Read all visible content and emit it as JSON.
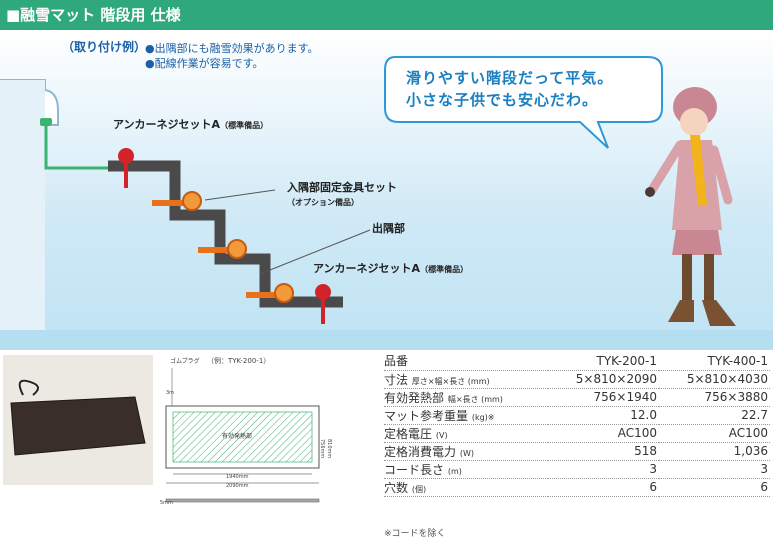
{
  "header": {
    "title": "■融雪マット 階段用 仕様"
  },
  "install": {
    "label": "（取り付け例）",
    "notes": [
      "●出隅部にも融雪効果があります。",
      "●配線作業が容易です。"
    ]
  },
  "bubble": {
    "line1": "滑りやすい階段だって平気。",
    "line2": "小さな子供でも安心だわ。"
  },
  "callouts": {
    "anchor_top": {
      "text": "アンカーネジセットA",
      "note": "（標準備品）"
    },
    "corner_fixture": {
      "text": "入隅部固定金具セット",
      "note": "（オプション備品）"
    },
    "outer_corner": {
      "text": "出隅部"
    },
    "anchor_bottom": {
      "text": "アンカーネジセットA",
      "note": "（標準備品）"
    }
  },
  "drawing": {
    "plug_label": "ゴムプラグ",
    "example": "（例：TYK-200-1）",
    "heat_area": "有効発熱部",
    "dim_1940": "1940mm",
    "dim_2090": "2090mm",
    "dim_756": "756mm",
    "dim_810": "810mm",
    "dim_3m": "3m",
    "dim_5mm": "5mm"
  },
  "spec": {
    "header": {
      "label": "品番",
      "col1": "TYK-200-1",
      "col2": "TYK-400-1"
    },
    "rows": [
      {
        "label": "寸法",
        "sub": "厚さ×幅×長さ (mm)",
        "v1": "5×810×2090",
        "v2": "5×810×4030"
      },
      {
        "label": "有効発熱部",
        "sub": "幅×長さ (mm)",
        "v1": "756×1940",
        "v2": "756×3880"
      },
      {
        "label": "マット参考重量",
        "sub": "(kg)※",
        "v1": "12.0",
        "v2": "22.7"
      },
      {
        "label": "定格電圧",
        "sub": "(V)",
        "v1": "AC100",
        "v2": "AC100"
      },
      {
        "label": "定格消費電力",
        "sub": "(W)",
        "v1": "518",
        "v2": "1,036"
      },
      {
        "label": "コード長さ",
        "sub": "(m)",
        "v1": "3",
        "v2": "3"
      },
      {
        "label": "穴数",
        "sub": "(個)",
        "v1": "6",
        "v2": "6"
      }
    ],
    "footnote": "※コードを除く"
  },
  "colors": {
    "header_bg": "#2fa87c",
    "stair": "#4a4a4a",
    "bracket": "#e8711c",
    "anchor": "#d2232a",
    "pipe": "#3cb371"
  }
}
